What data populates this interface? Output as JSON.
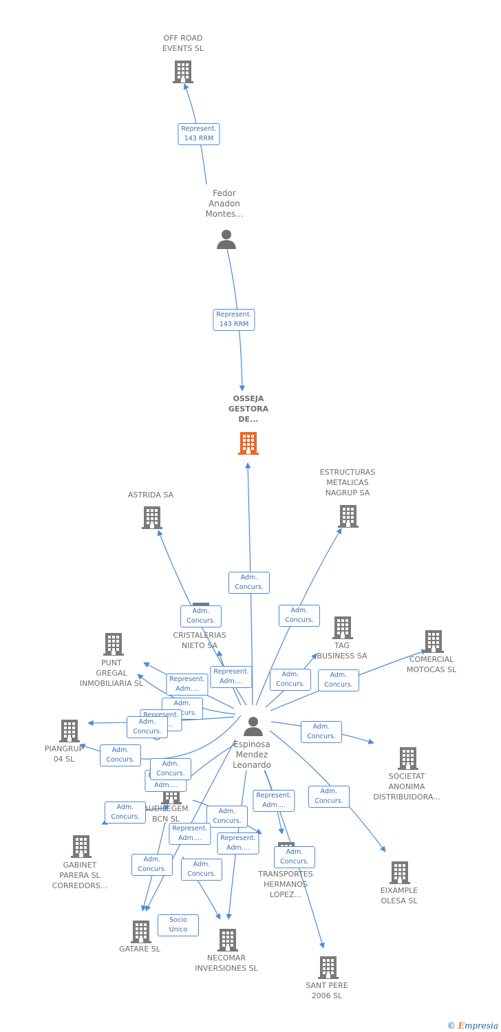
{
  "colors": {
    "edge": "#4a8ad9",
    "company": "#7a7a7a",
    "focus": "#f26522",
    "person": "#6f6f6f"
  },
  "nodes": [
    {
      "id": "offroad",
      "type": "company",
      "label": "OFF ROAD\nEVENTS SL"
    },
    {
      "id": "fedor",
      "type": "person",
      "label": "Fedor\nAnadon\nMontes..."
    },
    {
      "id": "osseja",
      "type": "focus",
      "label": "OSSEJA\nGESTORA\nDE..."
    },
    {
      "id": "astrida",
      "type": "company",
      "label": "ASTRIDA SA"
    },
    {
      "id": "estructuras",
      "type": "company",
      "label": "ESTRUCTURAS\nMETALICAS\nNAGRUP SA"
    },
    {
      "id": "cristalerias",
      "type": "company",
      "label": "CRISTALERIAS\nNIETO SA"
    },
    {
      "id": "tag",
      "type": "company",
      "label": "TAG\nBUSINESS SA"
    },
    {
      "id": "comercial",
      "type": "company",
      "label": "COMERCIAL\nMOTOCAS SL"
    },
    {
      "id": "punt",
      "type": "company",
      "label": "PUNT\nGREGAL\nINMOBILIARIA SL"
    },
    {
      "id": "espinosa",
      "type": "person",
      "label": "Espinosa\nMendez\nLeonardo"
    },
    {
      "id": "piangrup",
      "type": "company",
      "label": "PIANGRUP\n04 SL"
    },
    {
      "id": "societat",
      "type": "company",
      "label": "SOCIETAT\nANONIMA\nDISTRIBUIDORA..."
    },
    {
      "id": "audilegem",
      "type": "company",
      "label": "AUDILEGEM\nBCN SL"
    },
    {
      "id": "gabinet",
      "type": "company",
      "label": "GABINET\nPARERA SL\nCORREDORS..."
    },
    {
      "id": "transportes",
      "type": "company",
      "label": "TRANSPORTES\nHERMANOS\nLOPEZ..."
    },
    {
      "id": "eixample",
      "type": "company",
      "label": "EIXAMPLE\nOLESA SL"
    },
    {
      "id": "gatare",
      "type": "company",
      "label": "GATARE SL"
    },
    {
      "id": "necomar",
      "type": "company",
      "label": "NECOMAR\nINVERSIONES SL"
    },
    {
      "id": "santpere",
      "type": "company",
      "label": "SANT PERE\n2006 SL"
    }
  ],
  "edges": [
    {
      "id": "e1",
      "label": "Represent.\n143 RRM"
    },
    {
      "id": "e2",
      "label": "Represent.\n143 RRM"
    },
    {
      "id": "e3",
      "label": "Adm.\nConcurs."
    },
    {
      "id": "e4",
      "label": "Adm.\nConcurs."
    },
    {
      "id": "e5",
      "label": "Adm.\nConcurs."
    },
    {
      "id": "e6",
      "label": "Adm.\nConcurs."
    },
    {
      "id": "e7",
      "label": "Adm.\nConcurs."
    },
    {
      "id": "e8",
      "label": "Represent.\nAdm...."
    },
    {
      "id": "e9",
      "label": "Represent.\nAdm...."
    },
    {
      "id": "e10",
      "label": "Adm.\nConcurs."
    },
    {
      "id": "e11",
      "label": "Represent.\nAdm...."
    },
    {
      "id": "e12",
      "label": "Adm.\nConcurs."
    },
    {
      "id": "e13",
      "label": "Adm.\nConcurs."
    },
    {
      "id": "e14",
      "label": "Adm.\nConcurs."
    },
    {
      "id": "e15",
      "label": "Adm.\nConcurs."
    },
    {
      "id": "e16",
      "label": "Represent.\nAdm...."
    },
    {
      "id": "e17",
      "label": "Adm.\nConcurs."
    },
    {
      "id": "e18",
      "label": "Adm.\nConcurs."
    },
    {
      "id": "e19",
      "label": "Represent.\nAdm...."
    },
    {
      "id": "e20",
      "label": "Represent.\nAdm...."
    },
    {
      "id": "e21",
      "label": "Represent.\nAdm...."
    },
    {
      "id": "e22",
      "label": "Adm.\nConcurs."
    },
    {
      "id": "e23",
      "label": "Adm.\nConcurs."
    },
    {
      "id": "e24",
      "label": "Adm.\nConcurs."
    },
    {
      "id": "e25",
      "label": "Adm.\nConcurs."
    },
    {
      "id": "e26",
      "label": "Socio\nÚnico"
    }
  ],
  "credit": {
    "symbol": "©",
    "brand_initial": "E",
    "brand_rest": "mpresia"
  }
}
